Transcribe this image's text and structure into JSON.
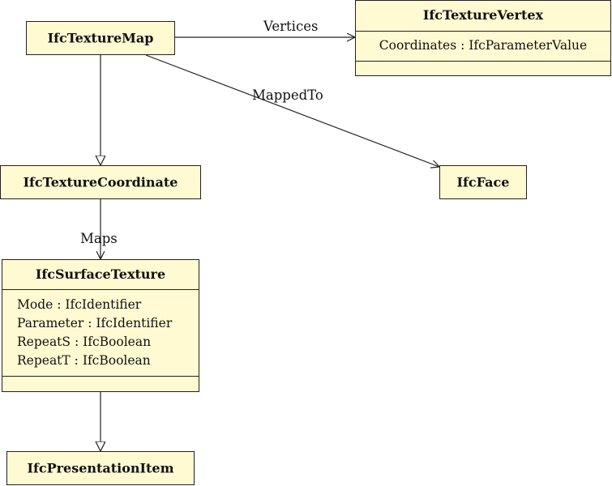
{
  "classes": {
    "texture_map": {
      "name": "IfcTextureMap"
    },
    "texture_vertex": {
      "name": "IfcTextureVertex",
      "attributes": [
        "Coordinates : IfcParameterValue"
      ]
    },
    "texture_coordinate": {
      "name": "IfcTextureCoordinate"
    },
    "face": {
      "name": "IfcFace"
    },
    "surface_texture": {
      "name": "IfcSurfaceTexture",
      "attributes": [
        "Mode : IfcIdentifier",
        "Parameter : IfcIdentifier",
        "RepeatS : IfcBoolean",
        "RepeatT : IfcBoolean"
      ]
    },
    "presentation_item": {
      "name": "IfcPresentationItem"
    }
  },
  "associations": {
    "vertices": "Vertices",
    "mapped_to": "MappedTo",
    "maps": "Maps"
  }
}
